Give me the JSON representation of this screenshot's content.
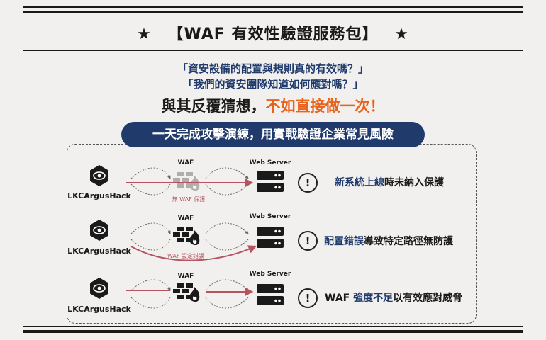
{
  "title": {
    "star_left": "★",
    "text": "【WAF 有效性驗證服務包】",
    "star_right": "★"
  },
  "questions": [
    "「資安設備的配置與規則真的有效嗎？」",
    "「我們的資安團隊知道如何應對嗎？」"
  ],
  "headline": {
    "prefix": "與其反覆猜想，",
    "highlight": "不如直接做一次！"
  },
  "banner": "一天完成攻擊演練，用實戰驗證企業常見風險",
  "diagram": {
    "brand": "LKCArgusHack",
    "waf_label": "WAF",
    "server_label": "Web Server",
    "rows": [
      {
        "path_note": "無 WAF 保護",
        "highlight": "新系統上線",
        "rest": "時未納入保護"
      },
      {
        "path_note": "WAF 設定錯誤",
        "highlight": "配置錯誤",
        "rest": "導致特定路徑無防護"
      },
      {
        "path_note": "",
        "prefix": "WAF ",
        "highlight": "強度不足",
        "rest": "以有效應對威脅"
      }
    ],
    "alert_symbol": "!"
  },
  "colors": {
    "navy": "#1f3a6b",
    "orange": "#e8621c",
    "attack_line": "#b5535f",
    "bg": "#f1f0ee"
  }
}
